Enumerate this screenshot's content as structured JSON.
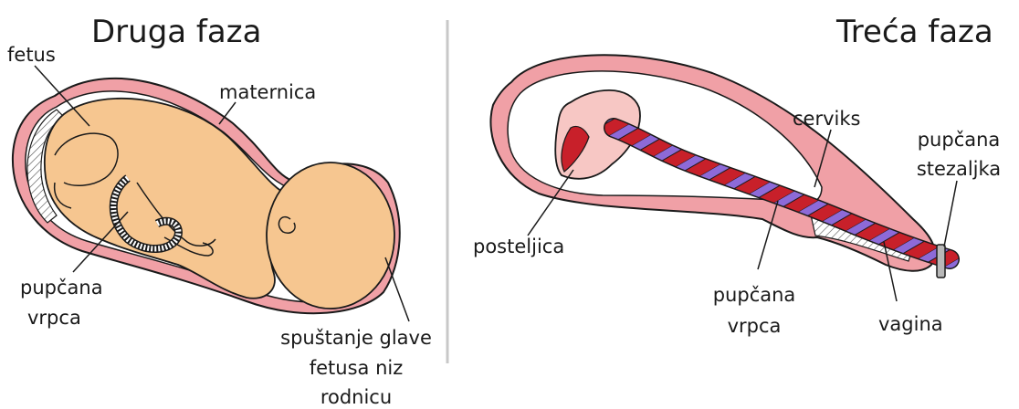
{
  "left_panel": {
    "title": "Druga faza",
    "labels": {
      "fetus": "fetus",
      "uterus": "maternica",
      "cord_line1": "pupčana",
      "cord_line2": "vrpca",
      "descent_line1": "spuštanje glave",
      "descent_line2": "fetusa niz",
      "descent_line3": "rodnicu"
    }
  },
  "right_panel": {
    "title": "Treća faza",
    "labels": {
      "cervix": "cerviks",
      "clamp_line1": "pupčana",
      "clamp_line2": "stezaljka",
      "placenta": "posteljica",
      "cord_line1": "pupčana",
      "cord_line2": "vrpca",
      "vagina": "vagina"
    }
  },
  "colors": {
    "uterus_wall": "#f0a0a6",
    "outline": "#1a1a1a",
    "skin": "#f6c690",
    "placenta": "#f7c7c4",
    "cord_red": "#c8202a",
    "cord_purple": "#8d6ad8",
    "clamp": "#b8b8b8",
    "divider": "#c8c8c8"
  }
}
